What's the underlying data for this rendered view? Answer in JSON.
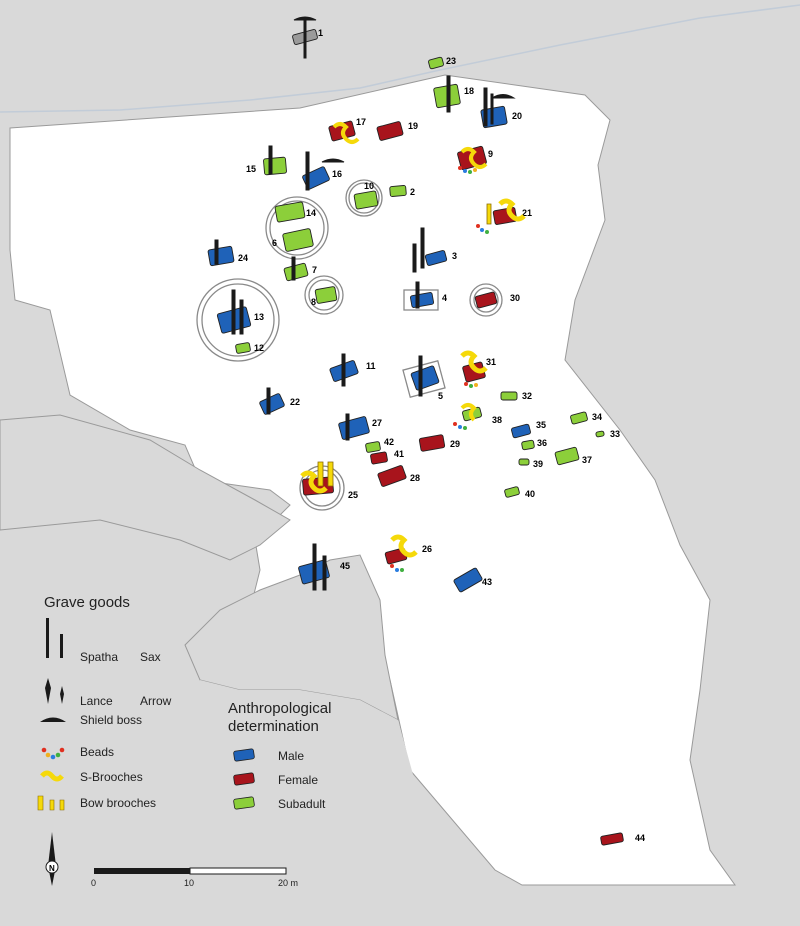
{
  "colors": {
    "background": "#d9d9d9",
    "site": "#ffffff",
    "male": "#1f62b8",
    "female": "#a8141c",
    "subadult": "#8ccf3a",
    "brooch": "#f5d90a",
    "weapon": "#1a1a1a",
    "ring": "#8a8a8a"
  },
  "legend": {
    "grave_goods_title": "Grave goods",
    "spatha": "Spatha",
    "sax": "Sax",
    "lance": "Lance",
    "arrow": "Arrow",
    "shield_boss": "Shield boss",
    "beads": "Beads",
    "s_brooches": "S-Brooches",
    "bow_brooches": "Bow brooches",
    "anthro_title_line1": "Anthropological",
    "anthro_title_line2": "determination",
    "male": "Male",
    "female": "Female",
    "subadult": "Subadult"
  },
  "north": "N",
  "scale": {
    "ticks": [
      "0",
      "10",
      "20 m"
    ]
  },
  "graves": [
    {
      "id": "1",
      "sex": "none"
    },
    {
      "id": "2",
      "sex": "subadult"
    },
    {
      "id": "3",
      "sex": "male"
    },
    {
      "id": "4",
      "sex": "male"
    },
    {
      "id": "5",
      "sex": "male"
    },
    {
      "id": "6",
      "sex": "subadult"
    },
    {
      "id": "7",
      "sex": "subadult"
    },
    {
      "id": "8",
      "sex": "subadult"
    },
    {
      "id": "9",
      "sex": "female"
    },
    {
      "id": "10",
      "sex": "subadult"
    },
    {
      "id": "11",
      "sex": "male"
    },
    {
      "id": "12",
      "sex": "subadult"
    },
    {
      "id": "13",
      "sex": "male"
    },
    {
      "id": "14",
      "sex": "subadult"
    },
    {
      "id": "15",
      "sex": "subadult"
    },
    {
      "id": "16",
      "sex": "male"
    },
    {
      "id": "17",
      "sex": "female"
    },
    {
      "id": "18",
      "sex": "subadult"
    },
    {
      "id": "19",
      "sex": "female"
    },
    {
      "id": "20",
      "sex": "male"
    },
    {
      "id": "21",
      "sex": "female"
    },
    {
      "id": "22",
      "sex": "male"
    },
    {
      "id": "23",
      "sex": "subadult"
    },
    {
      "id": "24",
      "sex": "male"
    },
    {
      "id": "25",
      "sex": "female"
    },
    {
      "id": "26",
      "sex": "female"
    },
    {
      "id": "27",
      "sex": "male"
    },
    {
      "id": "28",
      "sex": "female"
    },
    {
      "id": "29",
      "sex": "female"
    },
    {
      "id": "30",
      "sex": "female"
    },
    {
      "id": "31",
      "sex": "female"
    },
    {
      "id": "32",
      "sex": "subadult"
    },
    {
      "id": "33",
      "sex": "subadult"
    },
    {
      "id": "34",
      "sex": "subadult"
    },
    {
      "id": "35",
      "sex": "male"
    },
    {
      "id": "36",
      "sex": "subadult"
    },
    {
      "id": "37",
      "sex": "subadult"
    },
    {
      "id": "38",
      "sex": "subadult"
    },
    {
      "id": "39",
      "sex": "subadult"
    },
    {
      "id": "40",
      "sex": "subadult"
    },
    {
      "id": "41",
      "sex": "female"
    },
    {
      "id": "42",
      "sex": "subadult"
    },
    {
      "id": "43",
      "sex": "male"
    },
    {
      "id": "44",
      "sex": "female"
    },
    {
      "id": "45",
      "sex": "male"
    }
  ]
}
